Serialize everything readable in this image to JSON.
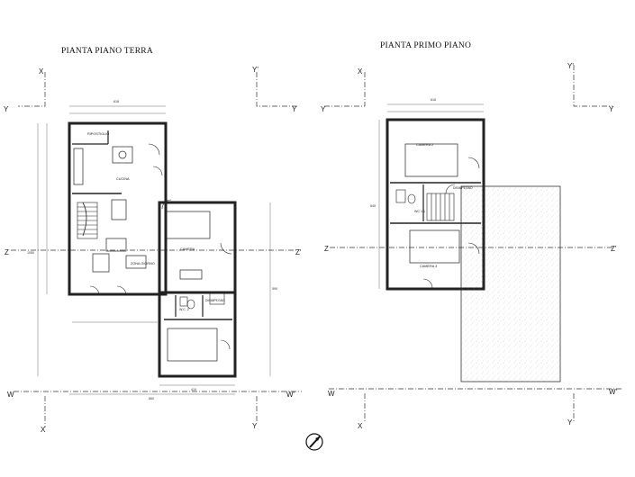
{
  "titles": {
    "ground": "PIANTA PIANO TERRA",
    "first": "PIANTA PRIMO PIANO"
  },
  "ground_rooms": {
    "ripostiglio": "RIPOSTIGLIO",
    "cucina": "CUCINA",
    "zona_giorno": "ZONA GIORNO",
    "camera": "CAMERA",
    "wc": "W.C. 2",
    "disimpegno": "DISIMPEGNO"
  },
  "first_rooms": {
    "camera2": "CAMERA 2",
    "wc": "WC 1.1",
    "disimpegno": "DISIMPEGNO",
    "camera3": "CAMERA 3"
  },
  "dimensions": {
    "top_width": "618",
    "left_height": "1050",
    "ground_right_height": "590",
    "ground_bottom_width": "860",
    "first_top_width": "618",
    "first_left_height": "845",
    "ground_lower_width": "410"
  },
  "section_markers": {
    "ground": [
      "Y",
      "Y'",
      "X",
      "X'",
      "Z",
      "Z'",
      "W",
      "W'"
    ],
    "first": [
      "X",
      "X'",
      "Y",
      "Y'",
      "Z",
      "Z'",
      "W",
      "W'"
    ]
  }
}
